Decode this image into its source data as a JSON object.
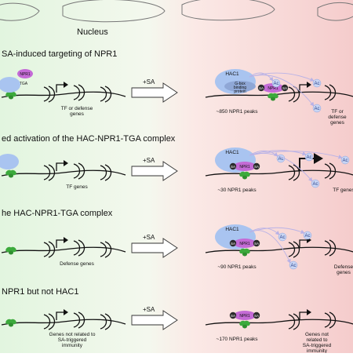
{
  "nucleus_label": "Nucleus",
  "sa_arrow_label": "+SA",
  "ac_label": "Ac",
  "sa_token": "SA",
  "hac1": "HAC1",
  "npr1": "NPR1",
  "tga": "TGA",
  "gbox": "G-box binding protein",
  "panels": [
    {
      "heading": "SA-induced targeting of NPR1",
      "left_gene_label": "TF or defense genes",
      "right_peaks": "~850 NPR1 peaks",
      "right_gene_label": "TF or defense genes"
    },
    {
      "heading": "ed activation of the HAC-NPR1-TGA complex",
      "left_gene_label": "TF genes",
      "right_peaks": "~30 NPR1 peaks",
      "right_gene_label": "TF genes"
    },
    {
      "heading": "he HAC-NPR1-TGA complex",
      "left_gene_label": "Defense genes",
      "right_peaks": "~90 NPR1 peaks",
      "right_gene_label": "Defense genes"
    },
    {
      "heading": "NPR1 but not HAC1",
      "left_gene_label": "Genes not related to SA-triggered immunity",
      "right_peaks": "~170 NPR1 peaks",
      "right_gene_label": "Genes not related to SA-triggered immunity"
    }
  ],
  "colors": {
    "left_bg": "#dff3dc",
    "right_bg": "#f6d2d2",
    "hac1": "#a9c4f0",
    "npr1": "#c46ad6",
    "tga": "#3caa3c",
    "sa": "#2b2b2b",
    "ac_fill": "#c9d6f4",
    "ac_arrow": "#b9b2e6"
  }
}
